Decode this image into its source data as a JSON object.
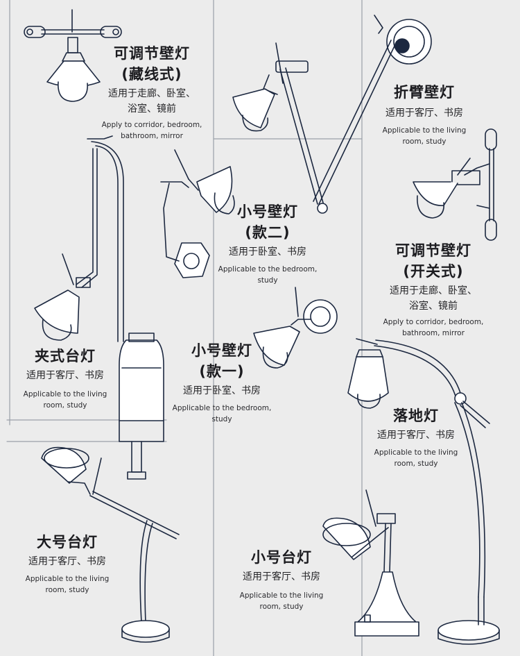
{
  "lamps": [
    {
      "key": "adjustable_hidden",
      "title": [
        "可调节壁灯",
        "(藏线式)"
      ],
      "usage": [
        "适用于走廊、卧室、",
        "浴室、镜前"
      ],
      "english": [
        "Apply to corridor, bedroom,",
        "bathroom, mirror"
      ]
    },
    {
      "key": "folding_arm",
      "title": [
        "折臂壁灯"
      ],
      "usage": [
        "适用于客厅、书房"
      ],
      "english": [
        "Applicable to the living",
        "room, study"
      ]
    },
    {
      "key": "small_wall_2",
      "title": [
        "小号壁灯",
        "(款二)"
      ],
      "usage": [
        "适用于卧室、书房"
      ],
      "english": [
        "Applicable to the bedroom,",
        "study"
      ]
    },
    {
      "key": "adjustable_switch",
      "title": [
        "可调节壁灯",
        "(开关式)"
      ],
      "usage": [
        "适用于走廊、卧室、",
        "浴室、镜前"
      ],
      "english": [
        "Apply to corridor, bedroom,",
        "bathroom, mirror"
      ]
    },
    {
      "key": "clip_desk",
      "title": [
        "夹式台灯"
      ],
      "usage": [
        "适用于客厅、书房"
      ],
      "english": [
        "Applicable to the living",
        "room, study"
      ]
    },
    {
      "key": "small_wall_1",
      "title": [
        "小号壁灯",
        "(款一)"
      ],
      "usage": [
        "适用于卧室、书房"
      ],
      "english": [
        "Applicable to the bedroom,",
        "study"
      ]
    },
    {
      "key": "floor",
      "title": [
        "落地灯"
      ],
      "usage": [
        "适用于客厅、书房"
      ],
      "english": [
        "Applicable to the living",
        "room, study"
      ]
    },
    {
      "key": "large_desk",
      "title": [
        "大号台灯"
      ],
      "usage": [
        "适用于客厅、书房"
      ],
      "english": [
        "Applicable to the living",
        "room, study"
      ]
    },
    {
      "key": "small_desk",
      "title": [
        "小号台灯"
      ],
      "usage": [
        "适用于客厅、书房"
      ],
      "english": [
        "Applicable to the living",
        "room, study"
      ]
    }
  ],
  "colors": {
    "ink": "#1c2840",
    "background": "#ececec",
    "text": "#1f1f22"
  }
}
